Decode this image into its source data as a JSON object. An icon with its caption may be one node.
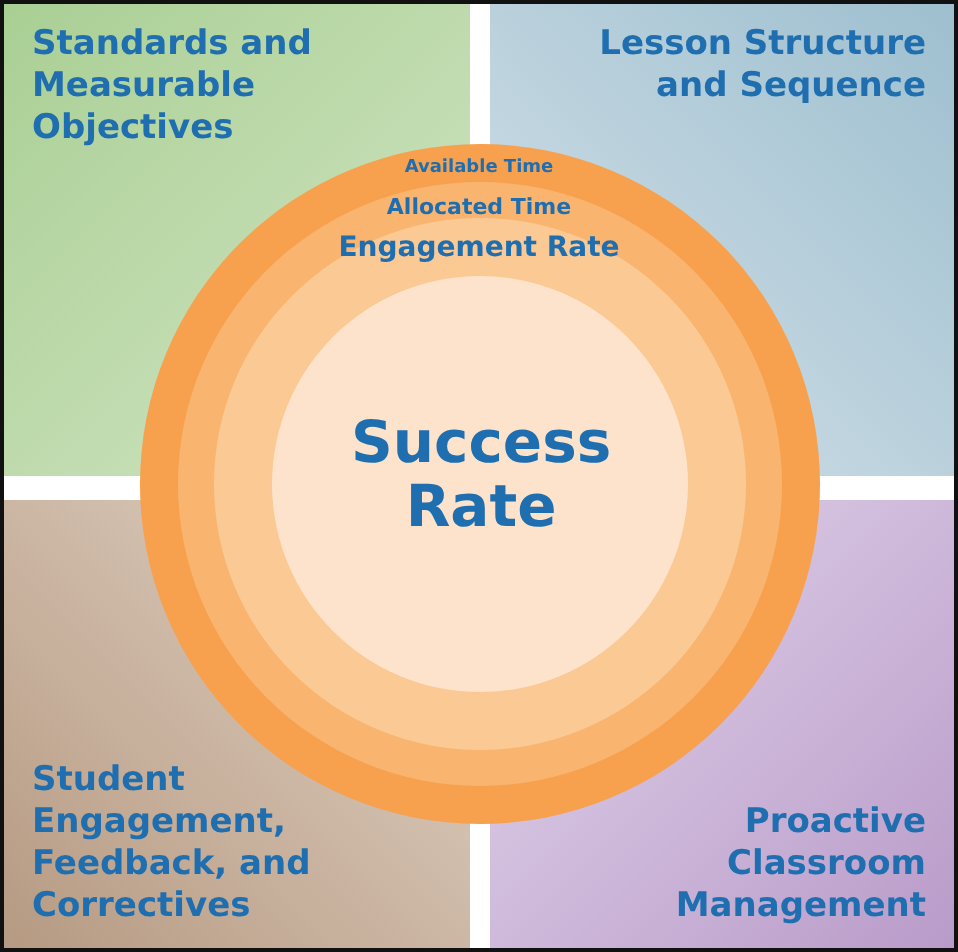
{
  "diagram": {
    "nodes": [
      {
        "text": [
          "Standards and Measurable Objectives"
        ]
      },
      {
        "text": [
          "Lesson Structure and Sequence"
        ]
      },
      {
        "text": [
          "Student Engagement, Feedback, and Correctives"
        ]
      },
      {
        "text": [
          "Proactive Classroom Management"
        ]
      },
      {
        "text": [
          "Available Time"
        ]
      },
      {
        "text": [
          "Allocated Time"
        ],
        "in": 4
      },
      {
        "text": [
          "Engagement Rate"
        ],
        "in": 5
      },
      {
        "text": [
          "Success Rate"
        ],
        "in": 6
      }
    ]
  }
}
